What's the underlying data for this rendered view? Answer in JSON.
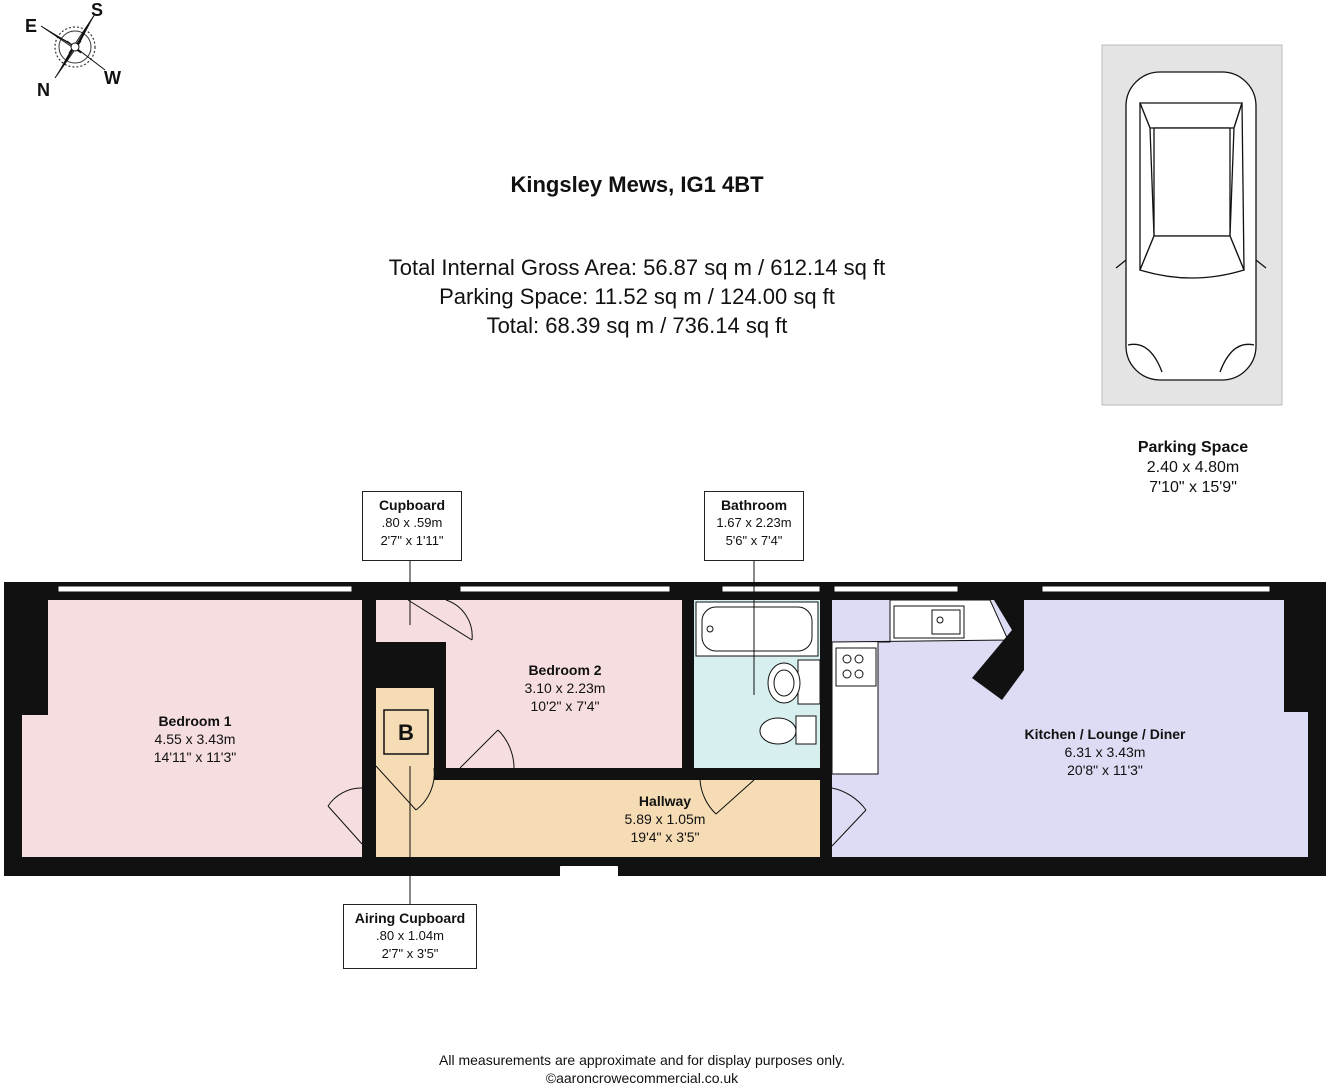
{
  "title": "Kingsley Mews, IG1 4BT",
  "areas": {
    "gross": "Total Internal Gross Area: 56.87 sq m / 612.14 sq ft",
    "parking": "Parking Space: 11.52 sq m / 124.00 sq ft",
    "total": "Total: 68.39 sq m / 736.14 sq ft"
  },
  "compass": {
    "n": "N",
    "s": "S",
    "e": "E",
    "w": "W"
  },
  "rooms": {
    "bedroom1": {
      "name": "Bedroom 1",
      "metric": "4.55 x 3.43m",
      "imperial": "14'11\" x 11'3\""
    },
    "bedroom2": {
      "name": "Bedroom 2",
      "metric": "3.10 x 2.23m",
      "imperial": "10'2\" x 7'4\""
    },
    "hallway": {
      "name": "Hallway",
      "metric": "5.89 x 1.05m",
      "imperial": "19'4\" x 3'5\""
    },
    "kitchen": {
      "name": "Kitchen / Lounge / Diner",
      "metric": "6.31 x 3.43m",
      "imperial": "20'8\" x 11'3\""
    },
    "cupboard": {
      "name": "Cupboard",
      "metric": ".80 x .59m",
      "imperial": "2'7\" x 1'11\""
    },
    "bathroom": {
      "name": "Bathroom",
      "metric": "1.67 x 2.23m",
      "imperial": "5'6\" x 7'4\""
    },
    "airing": {
      "name": "Airing Cupboard",
      "metric": ".80 x 1.04m",
      "imperial": "2'7\" x 3'5\""
    },
    "parking": {
      "name": "Parking Space",
      "metric": "2.40 x 4.80m",
      "imperial": "7'10\" x 15'9\""
    }
  },
  "boiler_label": "B",
  "footer": {
    "disclaimer": "All measurements are approximate and for display purposes only.",
    "copyright": "©aaroncrowecommercial.co.uk"
  },
  "colors": {
    "bedroom": "#f6dde0",
    "hallway": "#f5dcb4",
    "bathroom": "#d7f0ef",
    "kitchen": "#dcdcf4",
    "airing": "#f5dcb4",
    "parking": "#e4e4e4",
    "wall": "#111111"
  }
}
